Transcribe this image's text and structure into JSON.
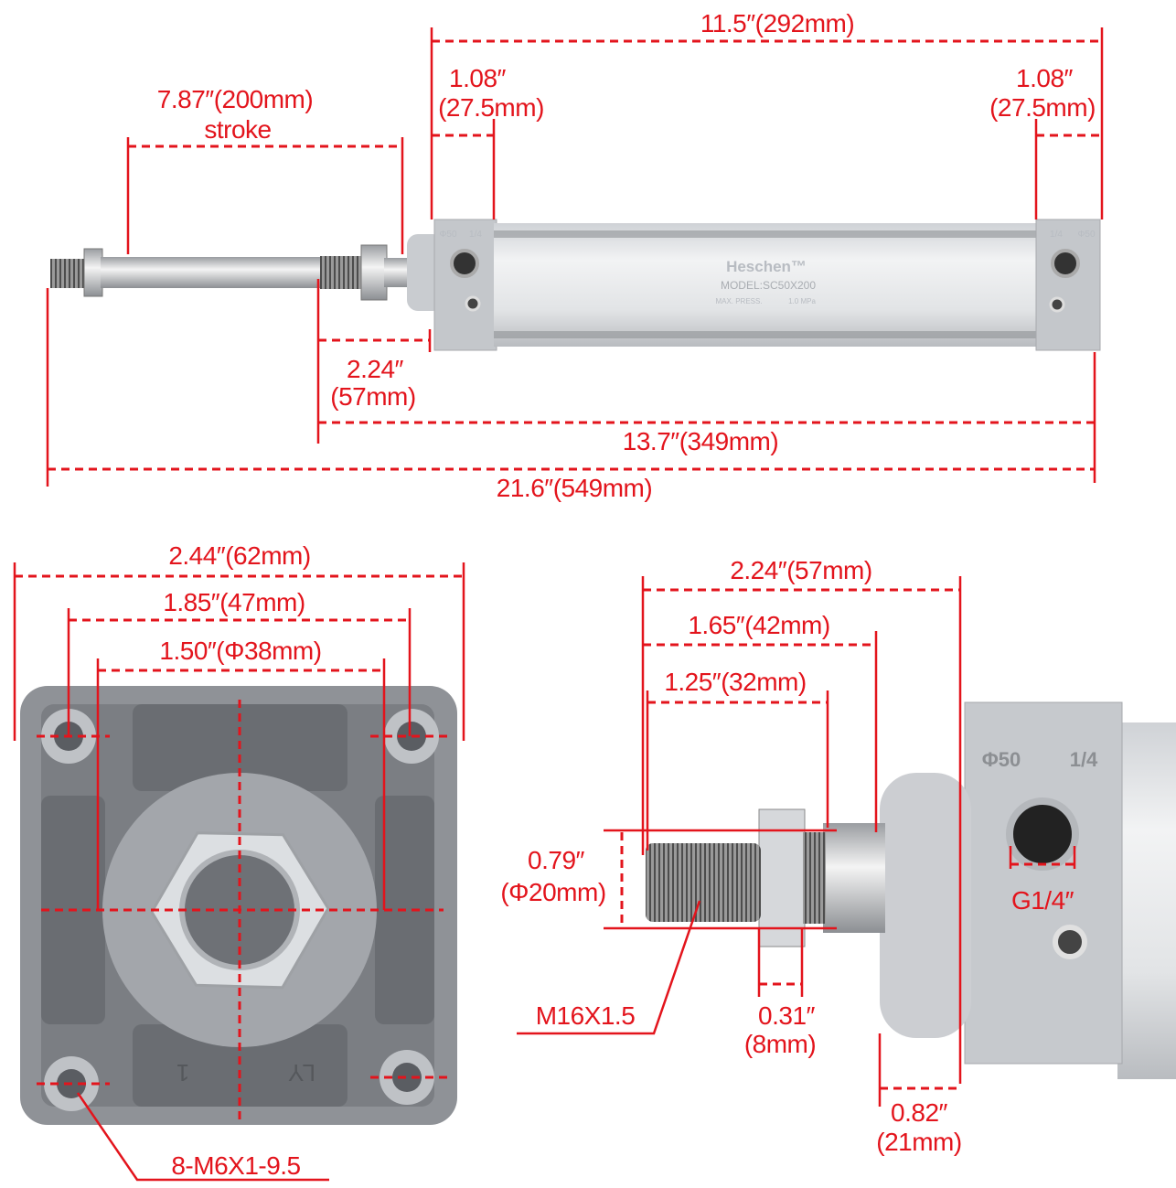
{
  "product": {
    "brand": "Heschen™",
    "model": "MODEL:SC50X200",
    "pressure_label": "MAX. PRESS.",
    "pressure_value": "1.0 MPa",
    "cap_marks": [
      "Φ50",
      "1/4"
    ],
    "flange_marks": [
      "1",
      "LY"
    ]
  },
  "side_view": {
    "body_length": "11.5″(292mm)",
    "front_cap_in": "1.08″",
    "front_cap_mm": "(27.5mm)",
    "rear_cap_in": "1.08″",
    "rear_cap_mm": "(27.5mm)",
    "stroke_in": "7.87″(200mm)",
    "stroke_label": "stroke",
    "rod_ext_in": "2.24″",
    "rod_ext_mm": "(57mm)",
    "length_retracted": "13.7″(349mm)",
    "length_extended": "21.6″(549mm)"
  },
  "front_view": {
    "flange_width": "2.44″(62mm)",
    "bolt_spacing": "1.85″(47mm)",
    "boss_diameter": "1.50″(Φ38mm)",
    "bolt_thread": "8-M6X1-9.5"
  },
  "rod_detail": {
    "rod_total": "2.24″(57mm)",
    "rod_to_shoulder": "1.65″(42mm)",
    "thread_length": "1.25″(32mm)",
    "thread_dia_in": "0.79″",
    "thread_dia_mm": "(Φ20mm)",
    "thread_spec": "M16X1.5",
    "nut_in": "0.31″",
    "nut_mm": "(8mm)",
    "boss_in": "0.82″",
    "boss_mm": "(21mm)",
    "port": "G1/4″"
  }
}
